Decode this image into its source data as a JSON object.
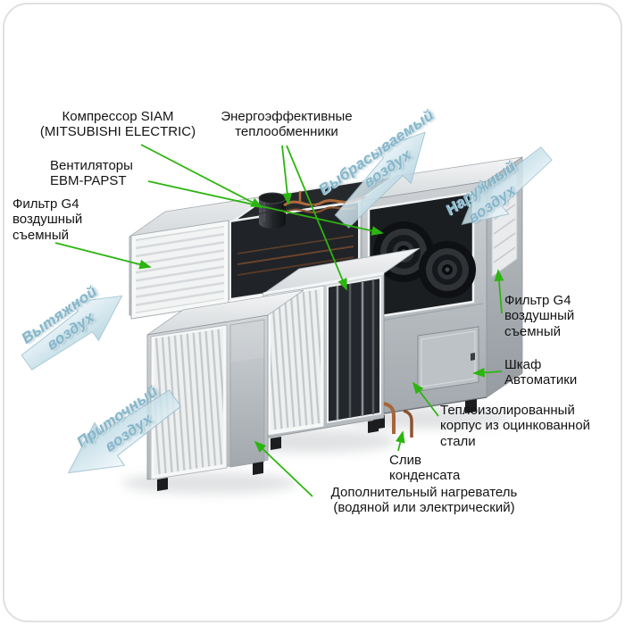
{
  "page": {
    "background": "#ffffff",
    "frame_color": "#e0e0e0"
  },
  "colors": {
    "leader_line": "#2cb510",
    "airflow_text": "#86b6c9",
    "airflow_arrow_light": "#eef7fa",
    "airflow_arrow_dark": "#b6d5e2",
    "copper_pipe": "#b06a3c",
    "label_text": "#141414",
    "casing_metal": "#c0c5c9"
  },
  "labels": {
    "compressor": {
      "lines": [
        "Компрессор SIAM",
        "(MITSUBISHI ELECTRIC)"
      ]
    },
    "heat_exchangers": {
      "lines": [
        "Энергоэффективные",
        "теплообменники"
      ]
    },
    "fans": {
      "lines": [
        "Вентиляторы",
        "EBM-PAPST"
      ]
    },
    "filter_left": {
      "lines": [
        "Фильтр G4",
        "воздушный",
        "съемный"
      ]
    },
    "filter_right": {
      "lines": [
        "Фильтр G4",
        "воздушный",
        "съемный"
      ]
    },
    "control_cabinet": {
      "lines": [
        "Шкаф",
        "Автоматики"
      ]
    },
    "insulated_casing": {
      "lines": [
        "Теплоизолированный",
        "корпус из оцинкованной",
        "стали"
      ]
    },
    "condensate_drain": {
      "lines": [
        "Слив",
        "конденсата"
      ]
    },
    "additional_heater": {
      "lines": [
        "Дополнительный нагреватель",
        "(водяной или электрический)"
      ]
    }
  },
  "airflows": {
    "exhaust": {
      "lines": [
        "Выбрасываемый",
        "воздух"
      ]
    },
    "outdoor": {
      "lines": [
        "Наружный",
        "воздух"
      ]
    },
    "extract": {
      "lines": [
        "Вытяжной",
        "воздух"
      ]
    },
    "supply": {
      "lines": [
        "Приточный",
        "воздух"
      ]
    }
  }
}
